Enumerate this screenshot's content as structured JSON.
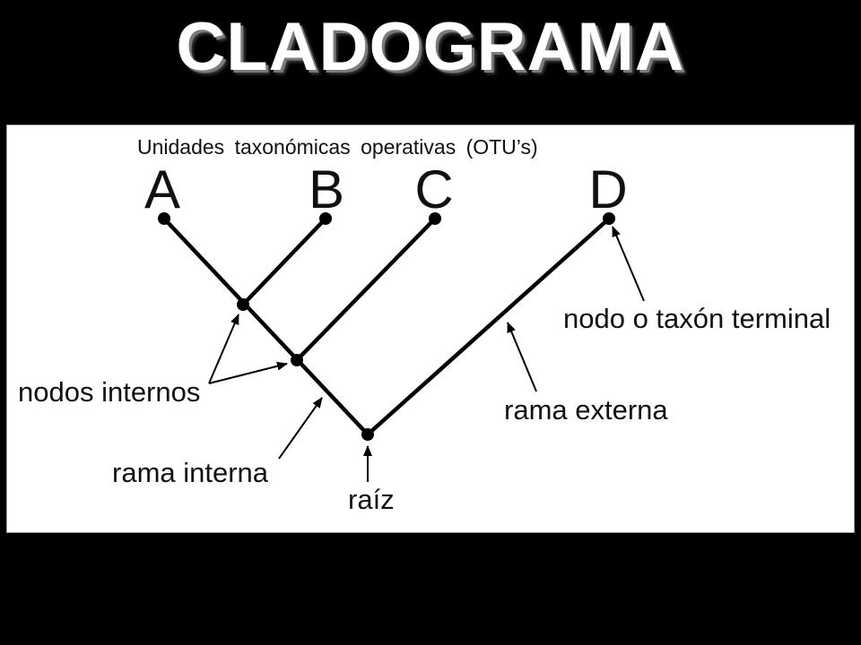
{
  "title": "CLADOGRAMA",
  "cladogram": {
    "otu_heading": "Unidades taxonómicas operativas (OTU’s)",
    "taxa": [
      "A",
      "B",
      "C",
      "D"
    ],
    "annotations": {
      "terminal_node": "nodo o taxón terminal",
      "internal_nodes": "nodos internos",
      "external_branch": "rama externa",
      "internal_branch": "rama interna",
      "root": "raíz"
    }
  }
}
